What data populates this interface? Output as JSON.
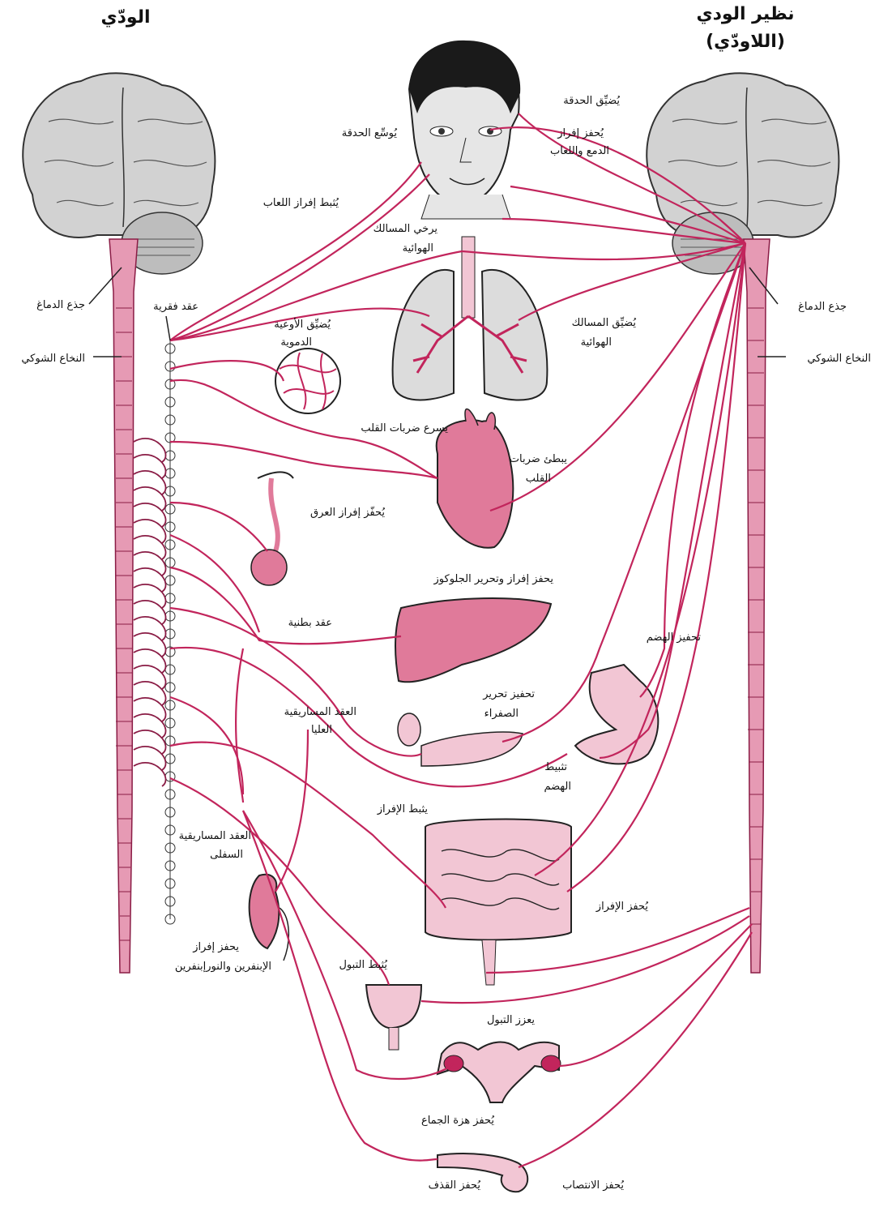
{
  "titles": {
    "sympathetic": "الودّي",
    "parasympathetic_line1": "نظير الودي",
    "parasympathetic_line2": "(اللاودّي)"
  },
  "left": {
    "brainstem": "جذع الدماغ",
    "spinal_cord": "النخاع الشوكي",
    "vertebral_ganglia": "عقد فقرية",
    "celiac_ganglion": "عقد بطنية",
    "superior_mesenteric_1": "العقد المساريقية",
    "superior_mesenteric_2": "العليا",
    "inferior_mesenteric_1": "العقد المساريقية",
    "inferior_mesenteric_2": "السفلى"
  },
  "right": {
    "brainstem": "جذع الدماغ",
    "spinal_cord": "النخاع الشوكي"
  },
  "effects": {
    "constrict_pupil": "يُضيِّق الحدقة",
    "dilate_pupil": "يُوسِّع الحدقة",
    "tears_1": "يُحفز إفراز",
    "tears_2": "الدمع واللعاب",
    "inhibit_saliva": "يُثبط إفراز اللعاب",
    "relax_airways_1": "يرخي المسالك",
    "relax_airways_2": "الهوائية",
    "constrict_airways_1": "يُضيِّق المسالك",
    "constrict_airways_2": "الهوائية",
    "constrict_vessels_1": "يُضيِّق الأوعية",
    "constrict_vessels_2": "الدموية",
    "heart_fast": "يسرع ضربات القلب",
    "heart_slow_1": "يبطئ ضربات",
    "heart_slow_2": "القلب",
    "sweat": "يُحفّز إفراز العرق",
    "glucose": "يحفز إفراز وتحرير الجلوكوز",
    "stim_digest": "تحفيز الهضم",
    "bile_1": "تحفيز تحرير",
    "bile_2": "الصفراء",
    "inhibit_digest_1": "تثبيط",
    "inhibit_digest_2": "الهضم",
    "inhibit_secretion": "يثبط الإفراز",
    "stim_secretion": "يُحفز الإفراز",
    "adrenal_1": "يحفز إفراز",
    "adrenal_2": "الإبنفرين والنورإبنفرين",
    "inhibit_urination": "يُثبط التبول",
    "promote_urination": "يعزز التبول",
    "orgasm": "يُحفز هزة الجماع",
    "erection": "يُحفز الانتصاب",
    "ejaculation": "يُحفز القذف"
  },
  "colors": {
    "nerve": "#c2255c",
    "brain": "#d2d2d2",
    "cord": "#e69ab4",
    "organ": "#e07a9a",
    "organ_light": "#f2c6d4"
  }
}
